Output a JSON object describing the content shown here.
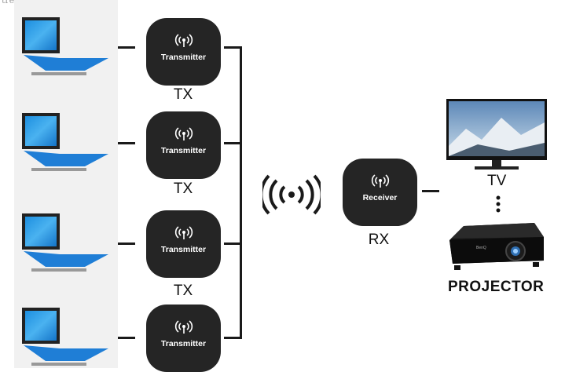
{
  "watermark": "treesmile",
  "transmitters": [
    {
      "label": "Transmitter",
      "caption": "TX"
    },
    {
      "label": "Transmitter",
      "caption": "TX"
    },
    {
      "label": "Transmitter",
      "caption": "TX"
    },
    {
      "label": "Transmitter",
      "caption": ""
    }
  ],
  "receiver": {
    "label": "Receiver",
    "caption": "RX"
  },
  "outputs": {
    "tv_label": "TV",
    "projector_label": "PROJECTOR",
    "projector_brand": "BenQ"
  },
  "icons": {
    "wireless": "wireless-signal-icon",
    "device_signal": "antenna-signal-icon"
  }
}
